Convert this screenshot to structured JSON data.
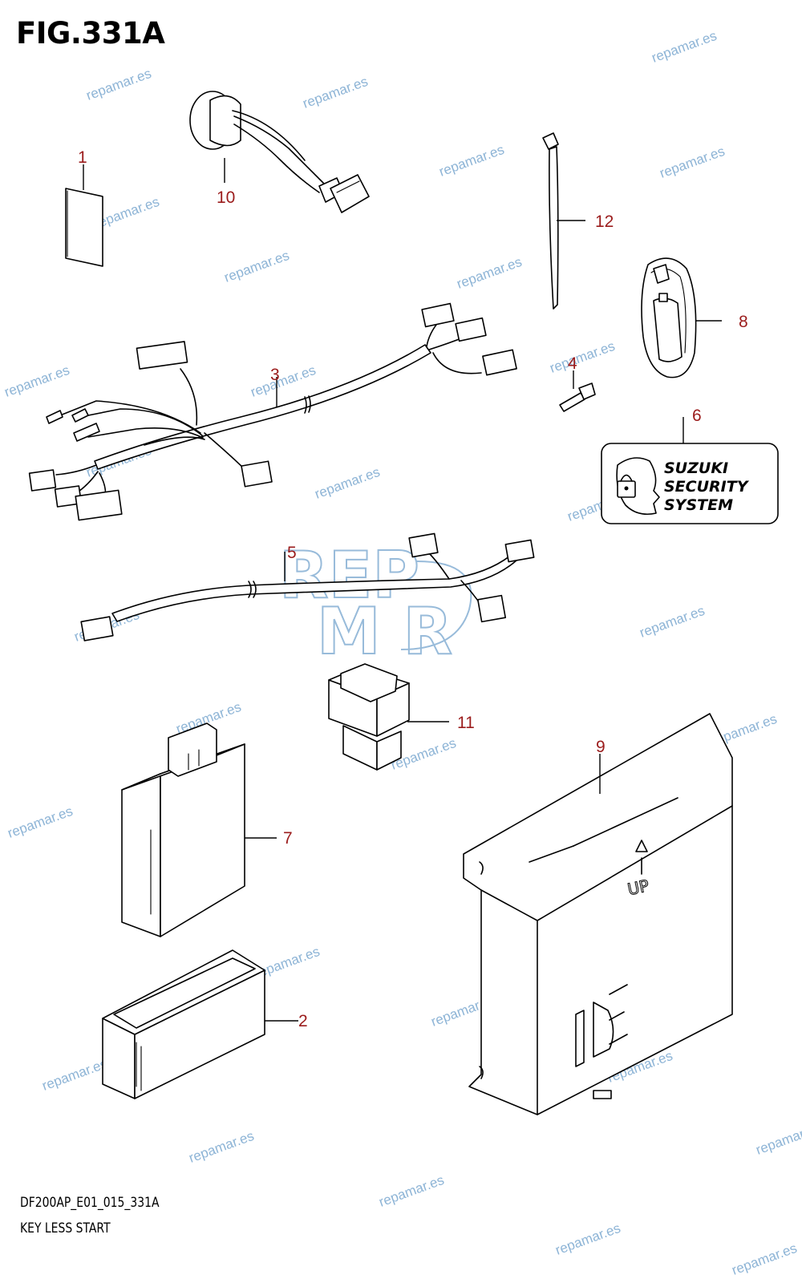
{
  "figure": {
    "title": "FIG.331A",
    "code": "DF200AP_E01_015_331A",
    "name": "KEY LESS START"
  },
  "callouts": [
    {
      "id": "1",
      "label": "1"
    },
    {
      "id": "2",
      "label": "2"
    },
    {
      "id": "3",
      "label": "3"
    },
    {
      "id": "4",
      "label": "4"
    },
    {
      "id": "5",
      "label": "5"
    },
    {
      "id": "6",
      "label": "6"
    },
    {
      "id": "7",
      "label": "7"
    },
    {
      "id": "8",
      "label": "8"
    },
    {
      "id": "9",
      "label": "9"
    },
    {
      "id": "10",
      "label": "10"
    },
    {
      "id": "11",
      "label": "11"
    },
    {
      "id": "12",
      "label": "12"
    }
  ],
  "security_label": {
    "line1": "SUZUKI",
    "line2": "SECURITY",
    "line3": "SYSTEM"
  },
  "ecu_marking": "UP",
  "watermark": {
    "text": "repamar.es",
    "logo_top": "REP",
    "logo_bottom": "M  R",
    "color": "#8db4d6"
  },
  "colors": {
    "callout": "#9b1c1c",
    "line": "#000000"
  }
}
